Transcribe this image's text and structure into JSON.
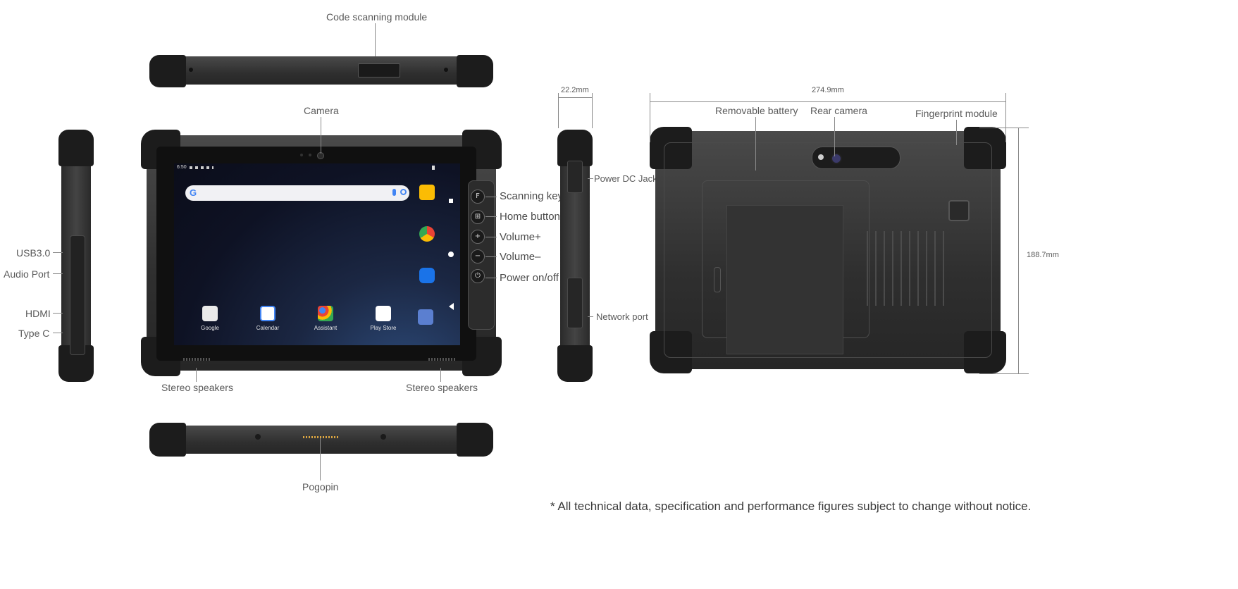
{
  "labels": {
    "code_scanning_module": "Code scanning module",
    "camera": "Camera",
    "usb": "USB3.0",
    "audio_port": "Audio Port",
    "hdmi": "HDMI",
    "type_c": "Type C",
    "stereo_speakers_left": "Stereo speakers",
    "stereo_speakers_right": "Stereo speakers",
    "pogopin": "Pogopin",
    "scanning_key": "Scanning key",
    "home_button": "Home button",
    "volume_up": "Volume+",
    "volume_down": "Volume–",
    "power": "Power on/off",
    "power_dc_jack": "Power DC Jack",
    "network_port": "Network port",
    "removable_battery": "Removable battery",
    "rear_camera": "Rear camera",
    "fingerprint_module": "Fingerprint module"
  },
  "dimensions": {
    "thickness": "22.2mm",
    "width": "274.9mm",
    "height": "188.7mm"
  },
  "screen": {
    "time": "6:50",
    "apps": [
      {
        "label": "Google",
        "icon": "google-folder-icon"
      },
      {
        "label": "Calendar",
        "icon": "calendar-icon"
      },
      {
        "label": "Assistant",
        "icon": "assistant-icon"
      },
      {
        "label": "Play Store",
        "icon": "play-store-icon"
      }
    ]
  },
  "side_buttons": {
    "scan": "F",
    "home": "⊞",
    "vol_up": "+",
    "vol_down": "−",
    "power": "⏻"
  },
  "footnote": "* All technical data, specification and performance figures subject to change without notice.",
  "colors": {
    "body": "#2f2f2f",
    "bumper": "#1c1c1c",
    "accent_pins": "#d9a441"
  }
}
